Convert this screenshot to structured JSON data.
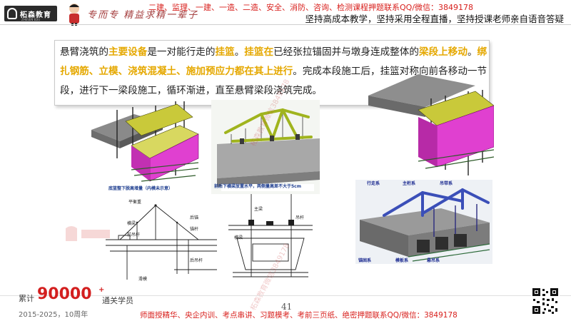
{
  "header": {
    "logo_text": "柘森教育",
    "logo_sub": "ZHESEN EDU",
    "slogan": "专而专 精益求精一辈子",
    "red_line": "二建、监理、一建、一造、二造、安全、消防、咨询、检测课程押题联系QQ/微信：3849178",
    "black_line": "坚持高成本教学，坚持采用全程直播，坚持授课老师亲自语音答疑"
  },
  "content": {
    "segments": [
      {
        "text": "悬臂浇筑的",
        "hl": false
      },
      {
        "text": "主要设备",
        "hl": true
      },
      {
        "text": "是一对能行走的",
        "hl": false
      },
      {
        "text": "挂篮",
        "hl": true
      },
      {
        "text": "。",
        "hl": false
      },
      {
        "text": "挂篮在",
        "hl": true
      },
      {
        "text": "已经张拉锚固并与墩身连成整体的",
        "hl": false
      },
      {
        "text": "梁段上移动",
        "hl": true
      },
      {
        "text": "。",
        "hl": false
      },
      {
        "text": "绑扎钢筋、立模、浇筑混凝土、施加预应力都在其上进行",
        "hl": true
      },
      {
        "text": "。完成本段施工后，挂篮对称向前各移动一节段，进行下一梁段施工，循环渐进，直至悬臂梁段浇筑完成。",
        "hl": false
      }
    ]
  },
  "figures": {
    "caption_1": "底篮整下脱高增量（内模未示意）",
    "caption_2": "前后下横梁放置水平，两侧量高差不大于5cm",
    "labels_4": [
      "平衡重",
      "横梁",
      "前吊杆",
      "后锚",
      "锚杆",
      "后吊杆",
      "滑模"
    ],
    "labels_5": [
      "主梁",
      "横梁",
      "吊杆"
    ],
    "labels_6": [
      "行走系",
      "主桁系",
      "吊带系",
      "锚固系",
      "模板系",
      "悬吊系"
    ]
  },
  "watermark": "柘森教育微信3849178",
  "footer": {
    "count_label": "累计",
    "count_value": "90000",
    "count_plus": "+",
    "count_suffix": "通关学员",
    "years": "2015-2025，10周年",
    "red_line": "师面授精华、央企内训、考点串讲、习题模考、考前三页纸、绝密押题联系QQ/微信：3849178",
    "page_number": "41"
  },
  "colors": {
    "highlight": "#e5a800",
    "red": "#d8201d",
    "magenta": "#e040d0",
    "truss_yellow": "#c9d23a",
    "truss_blue": "#3b4fb8"
  }
}
